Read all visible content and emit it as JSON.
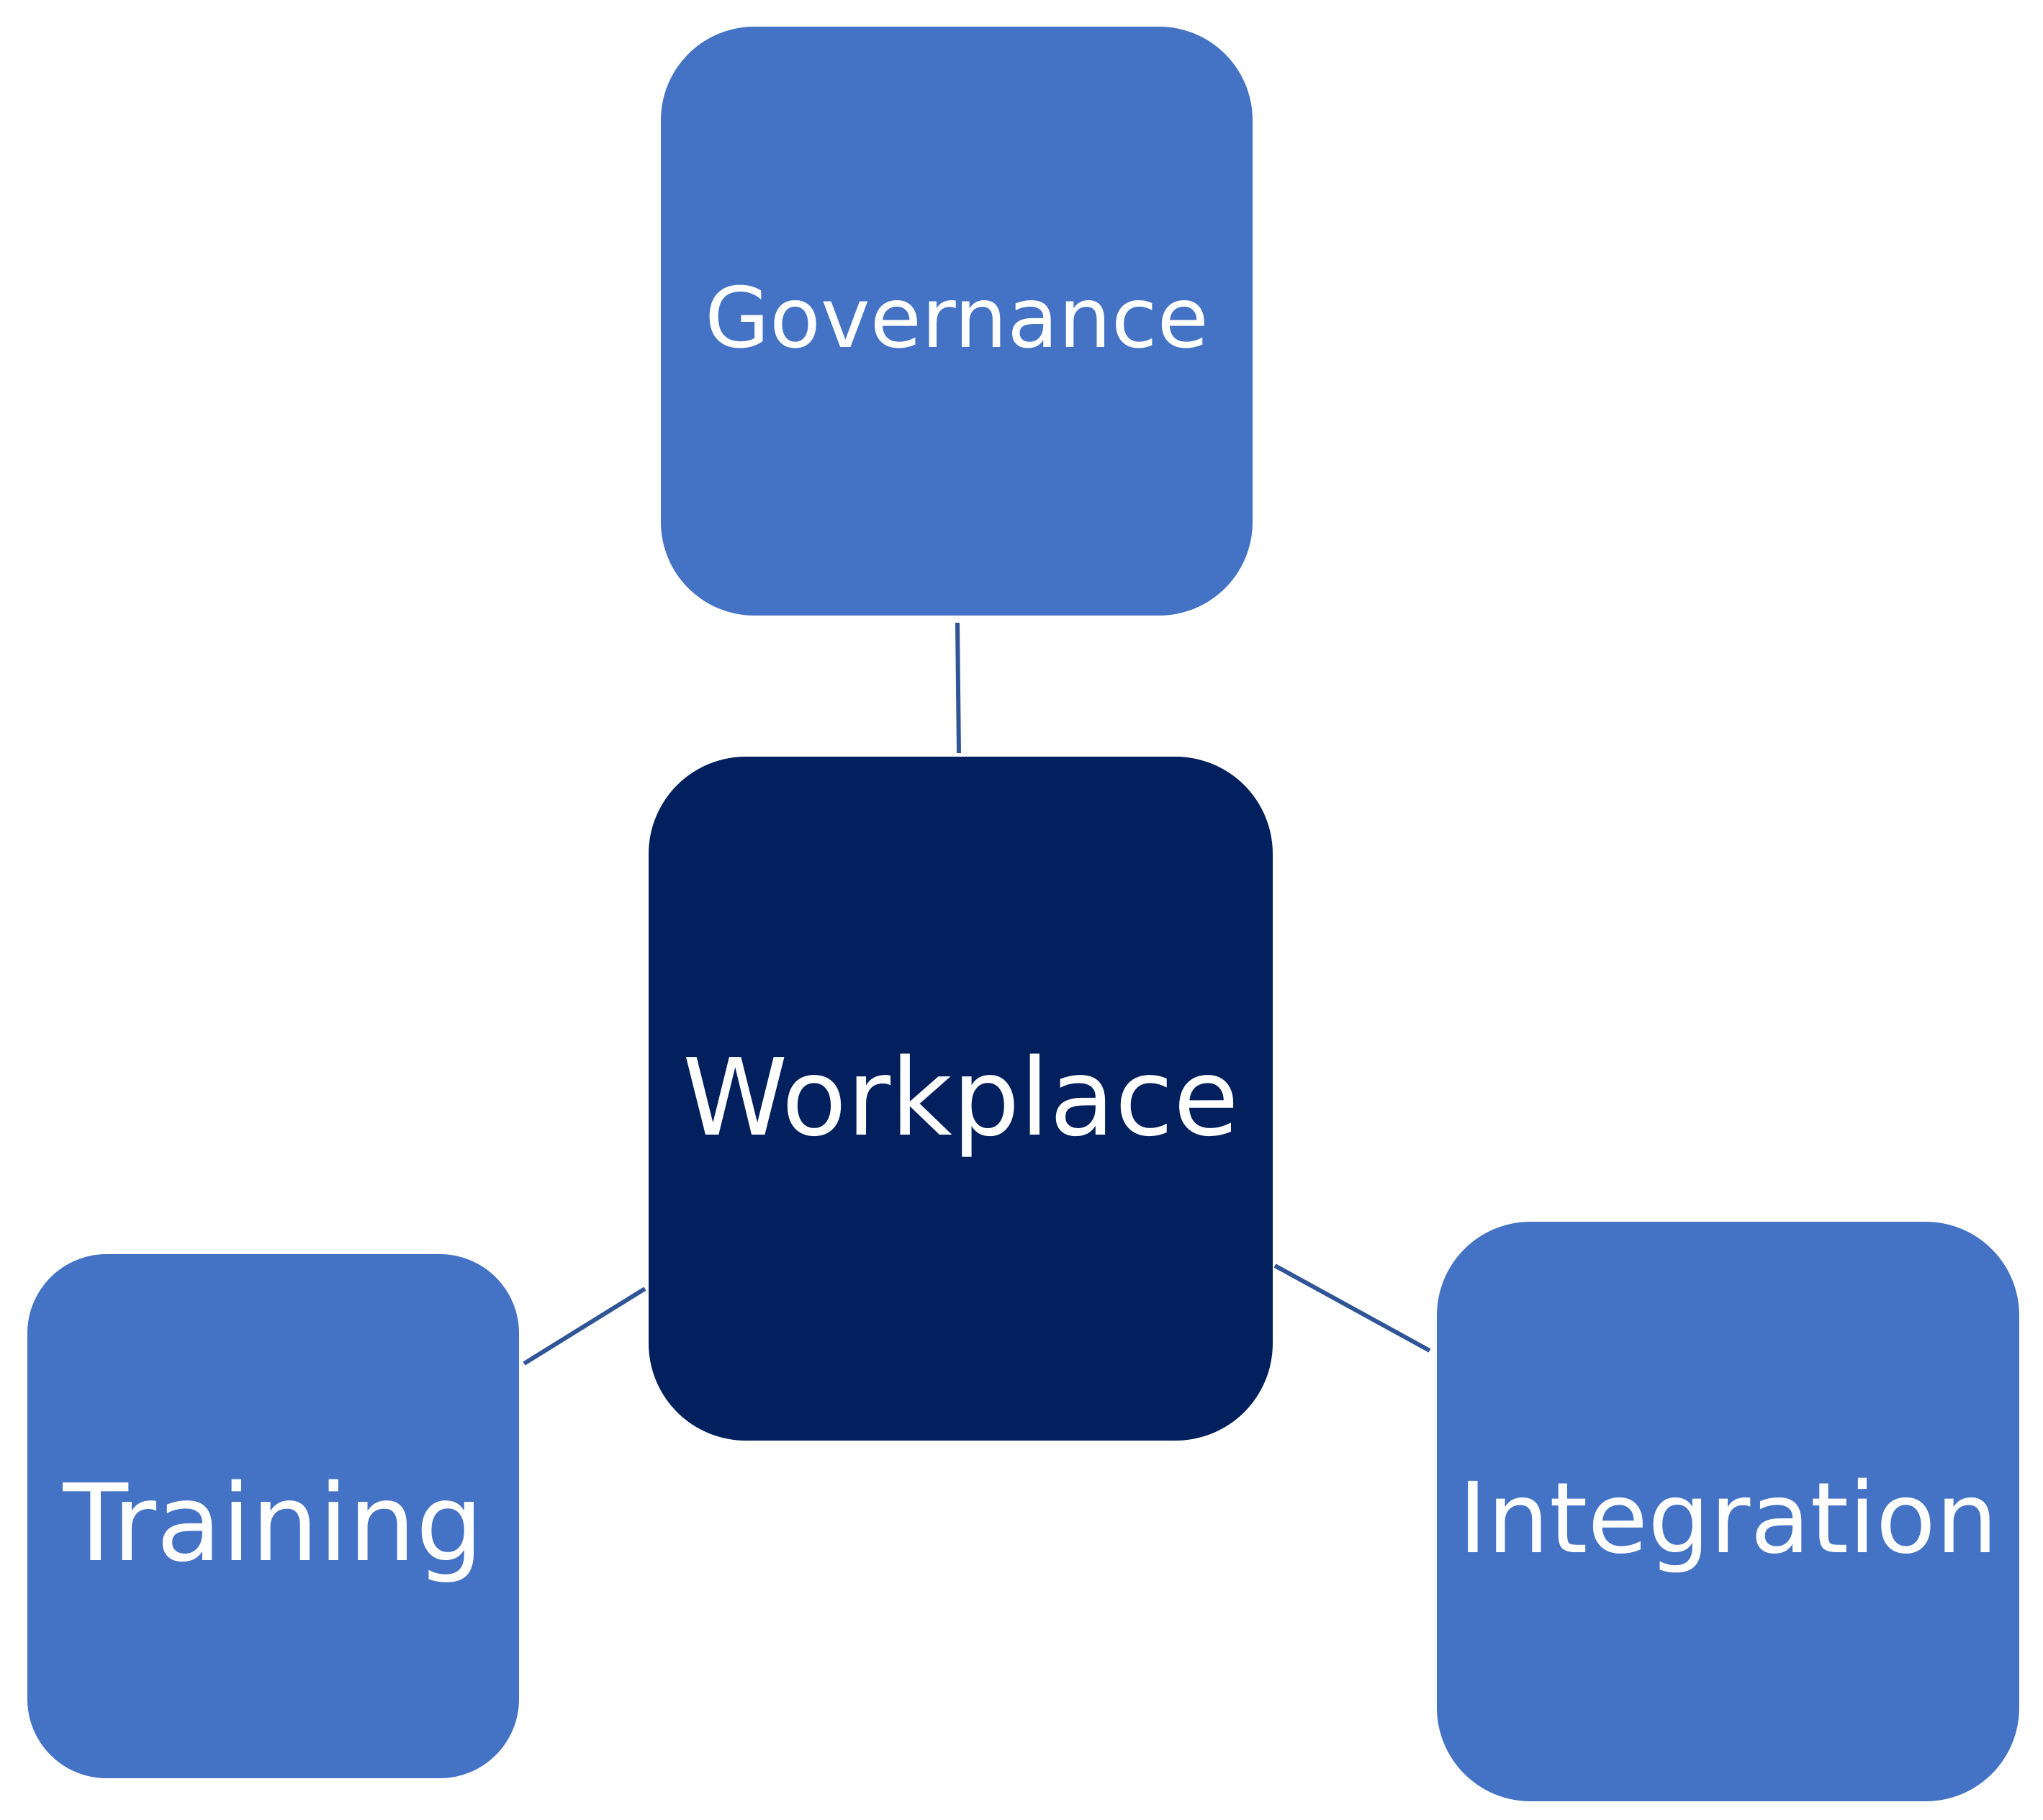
{
  "colors": {
    "satellite_fill": "#4472C4",
    "center_fill": "#03205E",
    "connector": "#2F5597",
    "label_text": "#FFFFFF"
  },
  "diagram": {
    "center": {
      "label": "Workplace"
    },
    "nodes": [
      {
        "id": "governance",
        "label": "Governance"
      },
      {
        "id": "training",
        "label": "Training"
      },
      {
        "id": "integration",
        "label": "Integration"
      }
    ],
    "edges": [
      {
        "from": "workplace",
        "to": "governance"
      },
      {
        "from": "workplace",
        "to": "training"
      },
      {
        "from": "workplace",
        "to": "integration"
      }
    ]
  }
}
